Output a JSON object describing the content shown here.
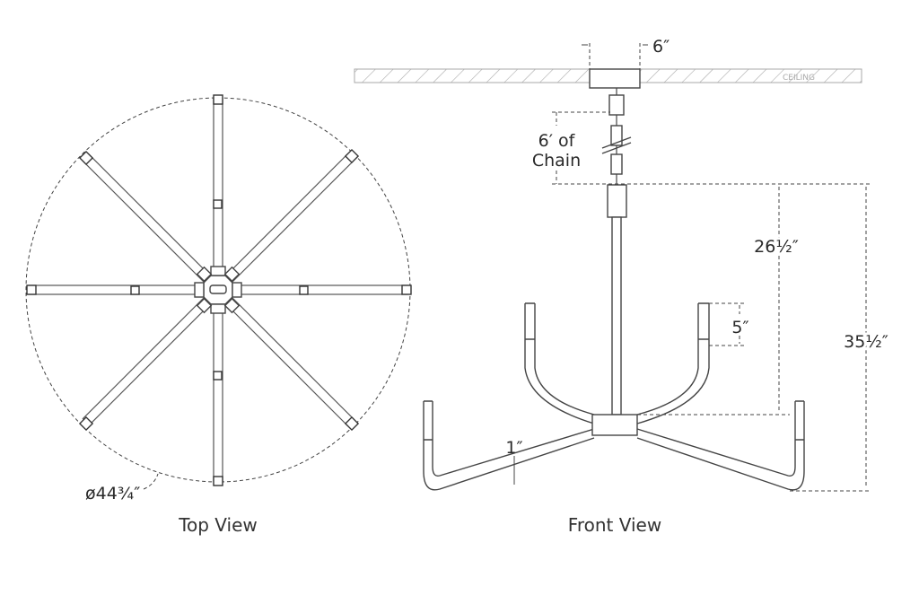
{
  "top_view": {
    "caption": "Top View",
    "diameter": "ø44¾″"
  },
  "front_view": {
    "caption": "Front View",
    "canopy_width": "6″",
    "ceiling_label": "CEILING",
    "chain_line1": "6′ of",
    "chain_line2": "Chain",
    "body_height": "26½″",
    "cup_height": "5″",
    "overall_height": "35½″",
    "arm_thickness": "1″"
  },
  "colors": {
    "line": "#444444",
    "text": "#2a2a2a"
  }
}
